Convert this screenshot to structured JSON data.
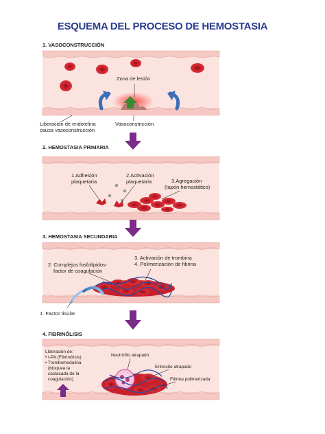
{
  "title": "ESQUEMA DEL PROCESO DE HEMOSTASIA",
  "sections": [
    {
      "heading": "1.  VASOCONSTRUCCIÓN",
      "labels": {
        "lesion": "Zona de lesión",
        "endotelina_1": "Liberación de  endotelina",
        "endotelina_2": "causa vasoconstrucción",
        "vasoconstriccion": "Vasoconstricción"
      }
    },
    {
      "heading": "2. HEMOSTASIA PRIMARIA",
      "labels": {
        "adhesion_1": "1.Adhesión",
        "adhesion_2": "plaquetaria",
        "activacion_1": "2.Activación",
        "activacion_2": "plaquetaria",
        "agregacion_1": "3.Agregación",
        "agregacion_2": "(tapón hemostático)"
      }
    },
    {
      "heading": "3. HEMOSTASIA SECUNDARIA",
      "labels": {
        "trombina": "3. Activación de trombina",
        "fibrina": "4. Polimerización de fibrina",
        "complejos_1": "2. Complejos fosfolípidos-",
        "complejos_2": "factor de coagulación",
        "factor_tisular": "1.  Factor tisular"
      }
    },
    {
      "heading": "4. FIBRINÓLISIS",
      "labels": {
        "liberacion": "Liberación de:",
        "tpa": "• t-PA (Fibrinólisis)",
        "trombo_1": "• Trombomodulina",
        "trombo_2": "(bloquea la",
        "trombo_3": "castacada de la",
        "trombo_4": "coagulación)",
        "neutrofilo": "Neutrófilo atrapado",
        "eritrocito": "Eritrocito atrapado",
        "fibrina_pol": "Fibrina polimerizada"
      }
    }
  ],
  "colors": {
    "title": "#2b3d8f",
    "vessel_wall": "#f6c8c3",
    "vessel_lumen": "#fbe3df",
    "rbc": "#c8202b",
    "arrow": "#7a2c88",
    "fibrin": "#2b4aa0",
    "injury": "#e83a3a"
  }
}
